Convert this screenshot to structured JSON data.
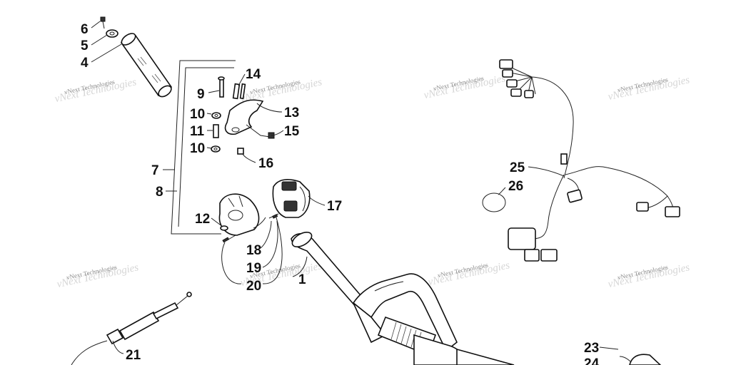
{
  "watermark": "vNext Technologies",
  "callouts": {
    "c1": "1",
    "c4": "4",
    "c5": "5",
    "c6": "6",
    "c7": "7",
    "c8": "8",
    "c9": "9",
    "c10a": "10",
    "c10b": "10",
    "c11": "11",
    "c12": "12",
    "c13": "13",
    "c14": "14",
    "c15": "15",
    "c16": "16",
    "c17": "17",
    "c18": "18",
    "c19": "19",
    "c20": "20",
    "c21": "21",
    "c23": "23",
    "c24": "24",
    "c25": "25",
    "c26": "26"
  }
}
